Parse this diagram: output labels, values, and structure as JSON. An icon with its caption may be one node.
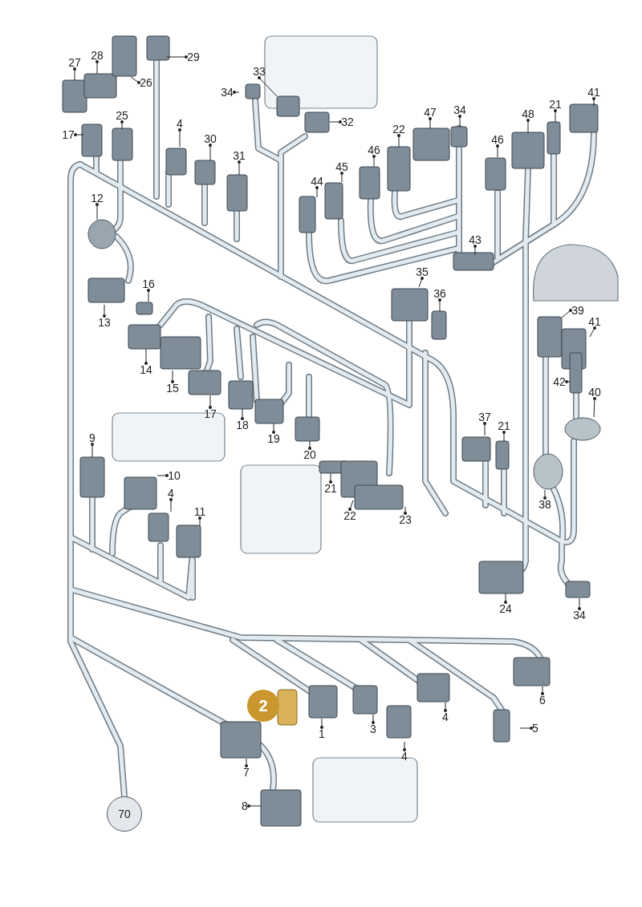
{
  "diagram": {
    "nodes": [
      {
        "text": [
          "27"
        ]
      },
      {
        "text": [
          "28"
        ]
      },
      {
        "text": [
          "26"
        ]
      },
      {
        "text": [
          "29"
        ]
      },
      {
        "text": [
          "34"
        ]
      },
      {
        "text": [
          "33"
        ]
      },
      {
        "text": [
          "32"
        ]
      },
      {
        "text": [
          "4"
        ]
      },
      {
        "text": [
          "30"
        ]
      },
      {
        "text": [
          "31"
        ]
      },
      {
        "text": [
          "17"
        ]
      },
      {
        "text": [
          "25"
        ]
      },
      {
        "text": [
          "22"
        ]
      },
      {
        "text": [
          "47"
        ]
      },
      {
        "text": [
          "34"
        ]
      },
      {
        "text": [
          "46"
        ]
      },
      {
        "text": [
          "45"
        ]
      },
      {
        "text": [
          "44"
        ]
      },
      {
        "text": [
          "48"
        ]
      },
      {
        "text": [
          "21"
        ]
      },
      {
        "text": [
          "41"
        ]
      },
      {
        "text": [
          "46"
        ]
      },
      {
        "text": [
          "43"
        ]
      },
      {
        "text": [
          "12"
        ]
      },
      {
        "text": [
          "16"
        ]
      },
      {
        "text": [
          "13"
        ]
      },
      {
        "text": [
          "14"
        ]
      },
      {
        "text": [
          "15"
        ]
      },
      {
        "text": [
          "17"
        ]
      },
      {
        "text": [
          "18"
        ]
      },
      {
        "text": [
          "19"
        ]
      },
      {
        "text": [
          "20"
        ]
      },
      {
        "text": [
          "35"
        ]
      },
      {
        "text": [
          "36"
        ]
      },
      {
        "text": [
          "39"
        ]
      },
      {
        "text": [
          "41"
        ]
      },
      {
        "text": [
          "42"
        ]
      },
      {
        "text": [
          "40"
        ]
      },
      {
        "text": [
          "9"
        ]
      },
      {
        "text": [
          "10"
        ]
      },
      {
        "text": [
          "4"
        ]
      },
      {
        "text": [
          "11"
        ]
      },
      {
        "text": [
          "37"
        ]
      },
      {
        "text": [
          "21"
        ]
      },
      {
        "text": [
          "21"
        ]
      },
      {
        "text": [
          "22"
        ]
      },
      {
        "text": [
          "23"
        ]
      },
      {
        "text": [
          "38"
        ]
      },
      {
        "text": [
          "24"
        ]
      },
      {
        "text": [
          "34"
        ]
      },
      {
        "text": [
          "6"
        ]
      },
      {
        "text": [
          "5"
        ]
      },
      {
        "text": [
          "4"
        ]
      },
      {
        "text": [
          "1"
        ]
      },
      {
        "text": [
          "3"
        ]
      },
      {
        "text": [
          "2"
        ]
      },
      {
        "text": [
          "4"
        ]
      },
      {
        "text": [
          "7"
        ]
      },
      {
        "text": [
          "8"
        ]
      },
      {
        "text": [
          "70"
        ]
      }
    ],
    "edges": [
      {
        "from": 0,
        "to": null,
        "arrow": "other"
      },
      {
        "from": 1,
        "to": null,
        "arrow": "other"
      },
      {
        "from": 2,
        "to": null,
        "arrow": "other"
      },
      {
        "from": 3,
        "to": null,
        "arrow": "other"
      },
      {
        "from": 4,
        "to": null,
        "arrow": "other"
      },
      {
        "from": 5,
        "to": null,
        "arrow": "other"
      },
      {
        "from": 6,
        "to": null,
        "arrow": "other"
      },
      {
        "from": 7,
        "to": null,
        "arrow": "other"
      },
      {
        "from": 8,
        "to": null,
        "arrow": "other"
      },
      {
        "from": 9,
        "to": null,
        "arrow": "other"
      },
      {
        "from": 10,
        "to": null,
        "arrow": "other"
      },
      {
        "from": 11,
        "to": null,
        "arrow": "other"
      },
      {
        "from": 12,
        "to": null,
        "arrow": "other"
      },
      {
        "from": 13,
        "to": null,
        "arrow": "other"
      },
      {
        "from": 14,
        "to": null,
        "arrow": "other"
      },
      {
        "from": 15,
        "to": null,
        "arrow": "other"
      },
      {
        "from": 16,
        "to": null,
        "arrow": "other"
      },
      {
        "from": 17,
        "to": null,
        "arrow": "other"
      },
      {
        "from": 18,
        "to": null,
        "arrow": "other"
      },
      {
        "from": 19,
        "to": null,
        "arrow": "other"
      },
      {
        "from": 20,
        "to": null,
        "arrow": "other"
      },
      {
        "from": 21,
        "to": null,
        "arrow": "other"
      },
      {
        "from": 22,
        "to": null,
        "arrow": "other"
      },
      {
        "from": 23,
        "to": null,
        "arrow": "other"
      },
      {
        "from": 24,
        "to": null,
        "arrow": "other"
      },
      {
        "from": 25,
        "to": null,
        "arrow": "other"
      },
      {
        "from": 26,
        "to": null,
        "arrow": "other"
      },
      {
        "from": 27,
        "to": null,
        "arrow": "other"
      },
      {
        "from": 28,
        "to": null,
        "arrow": "other"
      },
      {
        "from": 29,
        "to": null,
        "arrow": "other"
      },
      {
        "from": 30,
        "to": null,
        "arrow": "other"
      },
      {
        "from": 31,
        "to": null,
        "arrow": "other"
      },
      {
        "from": 32,
        "to": null,
        "arrow": "other"
      },
      {
        "from": 33,
        "to": null,
        "arrow": "other"
      },
      {
        "from": 34,
        "to": null,
        "arrow": "other"
      },
      {
        "from": 35,
        "to": null,
        "arrow": "other"
      },
      {
        "from": 36,
        "to": null,
        "arrow": "other"
      },
      {
        "from": 37,
        "to": null,
        "arrow": "other"
      },
      {
        "from": 38,
        "to": null,
        "arrow": "other"
      },
      {
        "from": 39,
        "to": null,
        "arrow": "other"
      },
      {
        "from": 40,
        "to": null,
        "arrow": "other"
      },
      {
        "from": 41,
        "to": null,
        "arrow": "other"
      },
      {
        "from": 42,
        "to": null,
        "arrow": "other"
      },
      {
        "from": 43,
        "to": null,
        "arrow": "other"
      },
      {
        "from": 44,
        "to": null,
        "arrow": "other"
      },
      {
        "from": 45,
        "to": null,
        "arrow": "other"
      },
      {
        "from": 46,
        "to": null,
        "arrow": "other"
      },
      {
        "from": 47,
        "to": null,
        "arrow": "other"
      },
      {
        "from": 48,
        "to": null,
        "arrow": "other"
      },
      {
        "from": 49,
        "to": null,
        "arrow": "other"
      },
      {
        "from": 50,
        "to": null,
        "arrow": "other"
      },
      {
        "from": 51,
        "to": null,
        "arrow": "other"
      },
      {
        "from": 52,
        "to": null,
        "arrow": "other"
      },
      {
        "from": 53,
        "to": null,
        "arrow": "other"
      },
      {
        "from": 54,
        "to": null,
        "arrow": "other"
      },
      {
        "from": 56,
        "to": null,
        "arrow": "other"
      },
      {
        "from": 57,
        "to": null,
        "arrow": "other"
      },
      {
        "from": 58,
        "to": null,
        "arrow": "other"
      }
    ]
  }
}
